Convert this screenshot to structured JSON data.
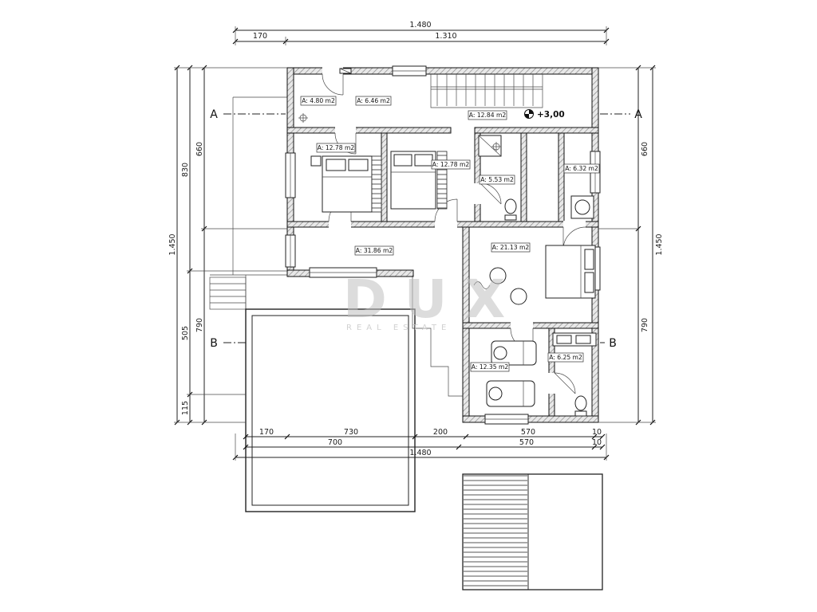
{
  "plan": {
    "elevation_label": "+3,00",
    "watermark": {
      "title": "DUX",
      "subtitle": "REAL ESTATE"
    },
    "sections": {
      "a": "A",
      "b": "B"
    }
  },
  "dimensions": {
    "top": {
      "total": "1.480",
      "seg_left": "170",
      "seg_right": "1.310"
    },
    "left": {
      "total": "1.450",
      "outer": [
        "830",
        "505",
        "115"
      ],
      "inner": [
        "660",
        "790"
      ]
    },
    "right": {
      "total": "1.450",
      "inner": [
        "660",
        "790"
      ]
    },
    "bottom": {
      "row1": [
        "170",
        "730",
        "200",
        "570",
        "10"
      ],
      "row2": [
        "700",
        "570",
        "10"
      ],
      "total": "1.480"
    }
  },
  "rooms": [
    {
      "label": "A: 4.80 m2"
    },
    {
      "label": "A: 6.46 m2"
    },
    {
      "label": "A: 12.84 m2"
    },
    {
      "label": "A: 12.78 m2"
    },
    {
      "label": "A: 12.78 m2"
    },
    {
      "label": "A: 5.53 m2"
    },
    {
      "label": "A: 6.32 m2"
    },
    {
      "label": "A: 31.86 m2"
    },
    {
      "label": "A: 21.13 m2"
    },
    {
      "label": "A: 12.35 m2"
    },
    {
      "label": "A: 6.25 m2"
    }
  ]
}
